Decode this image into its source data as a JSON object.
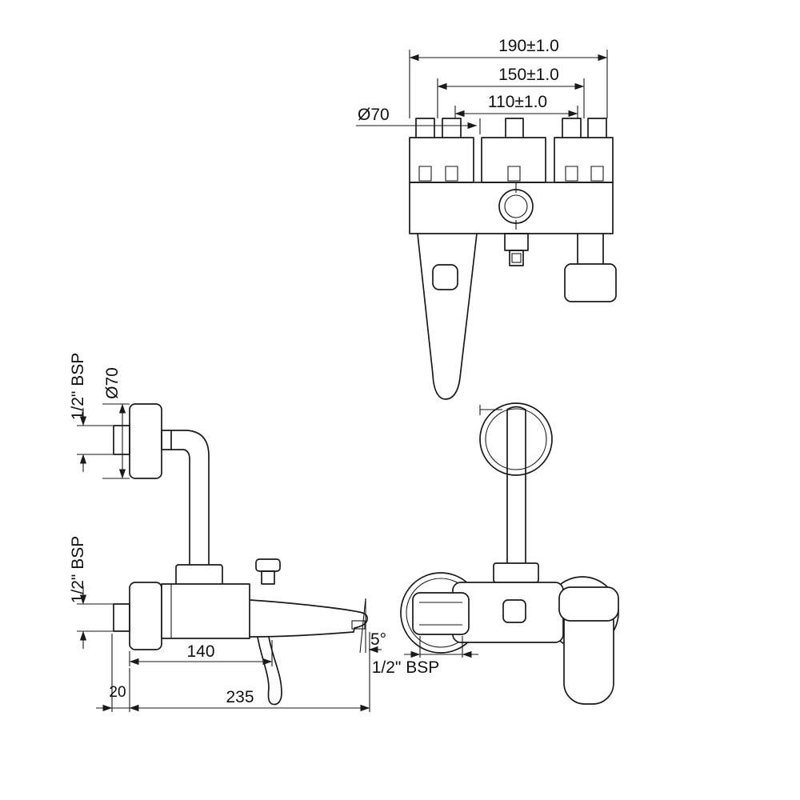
{
  "top_view": {
    "dim_190": "190±1.0",
    "dim_150": "150±1.0",
    "dim_110": "110±1.0",
    "dia_70": "Ø70"
  },
  "side_view": {
    "bsp_upper": "1/2\" BSP",
    "dia_70": "Ø70",
    "bsp_lower": "1/2\" BSP",
    "dim_140": "140",
    "angle": "5°",
    "dim_20": "20",
    "dim_235": "235"
  },
  "front_view": {
    "bsp": "1/2\" BSP"
  }
}
